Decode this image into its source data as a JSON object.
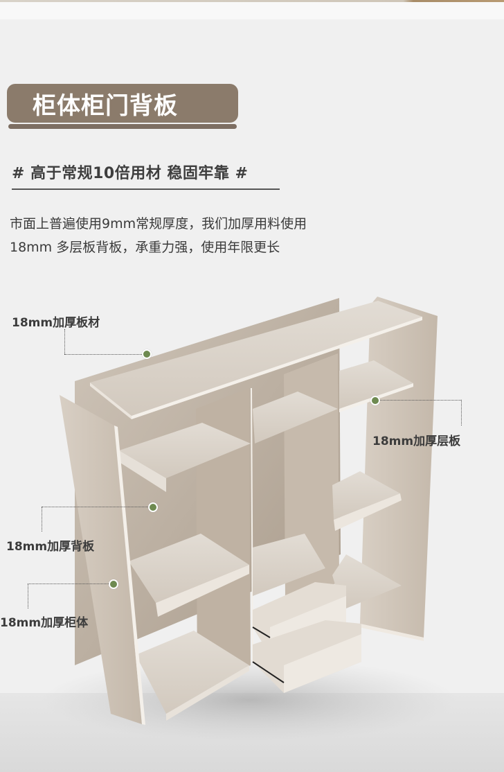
{
  "header": {
    "title": "柜体柜门背板",
    "subheading": "# 高于常规10倍用材 稳固牢靠 #",
    "description_lines": [
      "市面上普遍使用9mm常规厚度，我们加厚用料使用",
      "18mm 多层板背板，承重力强，使用年限更长"
    ]
  },
  "callouts": [
    {
      "label": "18mm加厚板材",
      "target": "top-panel"
    },
    {
      "label": "18mm加厚层板",
      "target": "shelf"
    },
    {
      "label": "18mm加厚背板",
      "target": "back-panel"
    },
    {
      "label": "18mm加厚柜体",
      "target": "cabinet-body"
    }
  ],
  "colors": {
    "badge": "#8b7b6b",
    "text_dark": "#3e3e3e",
    "dot_green": "#6e8a50",
    "panel": "#d9d1c7",
    "panel_shadow": "#b8ab9c",
    "background": "#f0f0f0"
  }
}
